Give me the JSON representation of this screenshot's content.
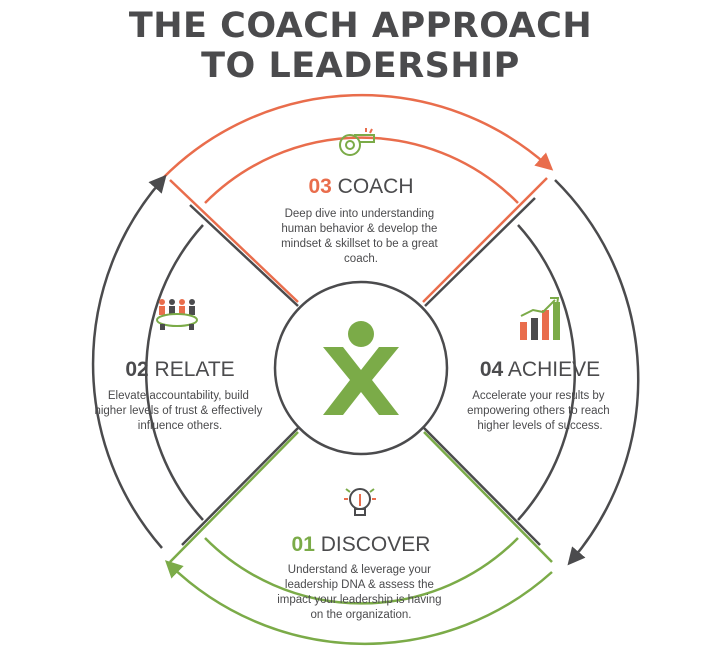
{
  "title": {
    "line1": "THE COACH APPROACH",
    "line2": "TO LEADERSHIP"
  },
  "colors": {
    "orange": "#e96d4c",
    "green": "#7bab48",
    "gray": "#4b4b4d"
  },
  "stages": {
    "coach": {
      "number": "03",
      "name": "COACH",
      "icon": "whistle-icon",
      "description": [
        "Deep dive into understanding",
        "human behavior & develop the",
        "mindset & skillset to be a great",
        "coach."
      ]
    },
    "relate": {
      "number": "02",
      "name": "RELATE",
      "icon": "meeting-table-icon",
      "description": [
        "Elevate accountability, build",
        "higher levels of trust & effectively",
        "influence others."
      ]
    },
    "achieve": {
      "number": "04",
      "name": "ACHIEVE",
      "icon": "growth-chart-icon",
      "description": [
        "Accelerate your results by",
        "empowering others to reach",
        "higher levels of success."
      ]
    },
    "discover": {
      "number": "01",
      "name": "DISCOVER",
      "icon": "lightbulb-icon",
      "description": [
        "Understand & leverage your",
        "leadership DNA & assess the",
        "impact your leadership is having",
        "on the organization."
      ]
    }
  },
  "center_logo": "person-x-logo"
}
